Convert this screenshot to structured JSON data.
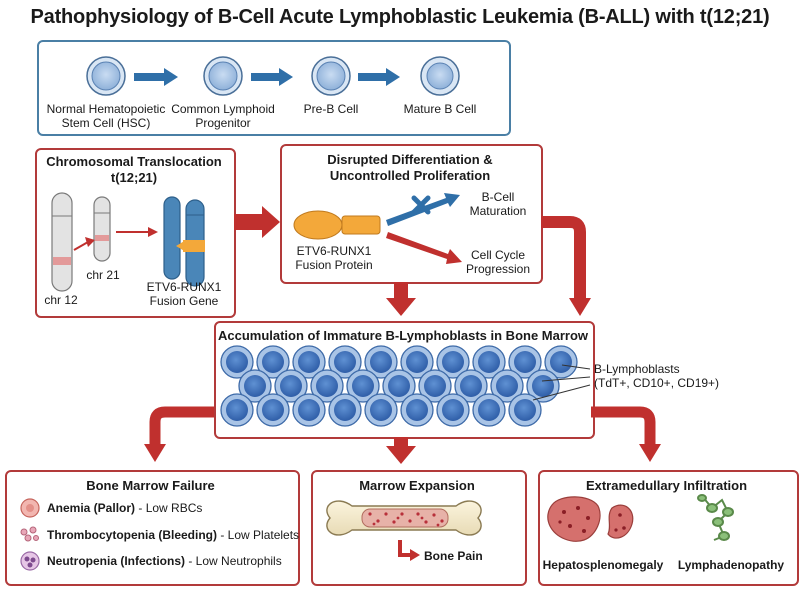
{
  "title": "Pathophysiology of B-Cell Acute Lymphoblastic Leukemia (B-ALL) with t(12;21)",
  "normal_path": {
    "stages": [
      "Normal Hematopoietic\nStem Cell (HSC)",
      "Common Lymphoid\nProgenitor",
      "Pre-B Cell",
      "Mature B Cell"
    ]
  },
  "translocation": {
    "header": "Chromosomal Translocation\nt(12;21)",
    "chr12": "chr 12",
    "chr21": "chr 21",
    "fusion_gene": "ETV6-RUNX1\nFusion Gene"
  },
  "disrupted": {
    "header": "Disrupted Differentiation &\nUncontrolled Proliferation",
    "protein": "ETV6-RUNX1\nFusion Protein",
    "maturation": "B-Cell\nMaturation",
    "cell_cycle": "Cell Cycle\nProgression"
  },
  "accumulation": {
    "header": "Accumulation of Immature B-Lymphoblasts in Bone Marrow",
    "blast_label": "B-Lymphoblasts\n(TdT+, CD10+, CD19+)"
  },
  "marrow_failure": {
    "header": "Bone Marrow Failure",
    "items": [
      {
        "bold": "Anemia (Pallor)",
        "rest": " - Low RBCs"
      },
      {
        "bold": "Thrombocytopenia (Bleeding)",
        "rest": " - Low Platelets"
      },
      {
        "bold": "Neutropenia (Infections)",
        "rest": " - Low Neutrophils"
      }
    ]
  },
  "marrow_expansion": {
    "header": "Marrow Expansion",
    "bone_pain": "Bone Pain"
  },
  "extramedullary": {
    "header": "Extramedullary Infiltration",
    "hepato": "Hepatosplenomegaly",
    "lymph": "Lymphadenopathy"
  },
  "colors": {
    "blue_border": "#4a7fa5",
    "red_border": "#b23a3a",
    "cell_blue": "#4b7cc4",
    "arrow_red": "#c0302e",
    "arrow_blue": "#2f6fa8",
    "protein_orange": "#f3a83a"
  }
}
